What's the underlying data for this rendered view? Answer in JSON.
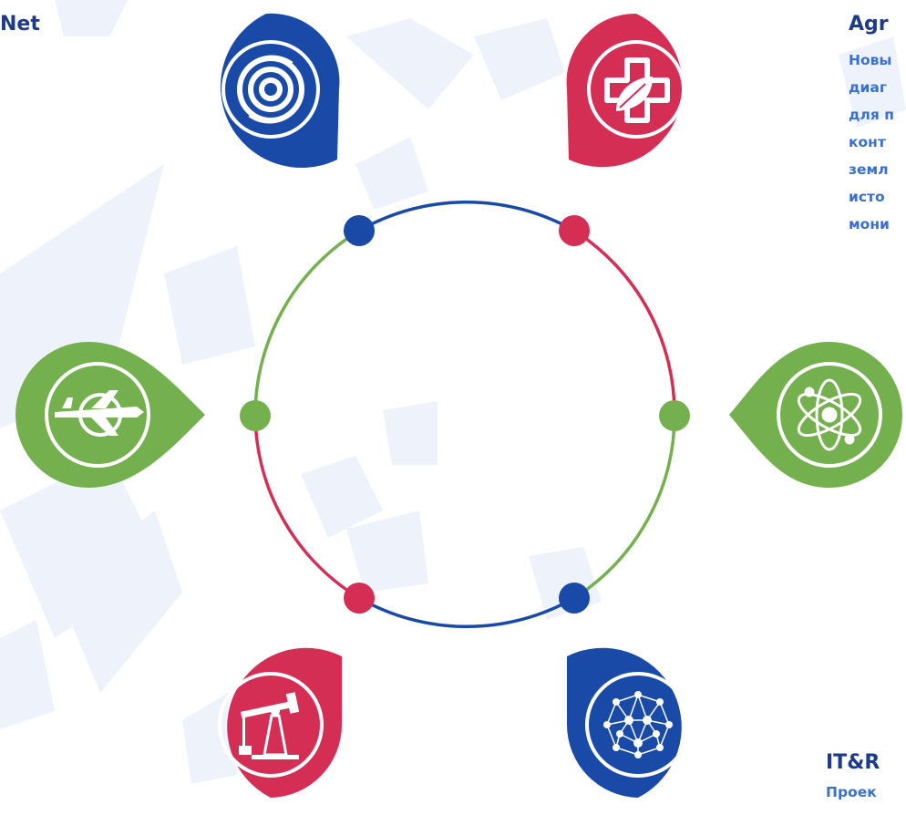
{
  "labels": {
    "top_left_title": "Net",
    "top_right_title": "Agr",
    "top_right_desc": [
      "Новы",
      "диаг",
      "для п",
      "конт",
      "земл",
      "исто",
      "мони"
    ],
    "bottom_right_title": "IT&R",
    "bottom_right_desc": "Проек"
  },
  "colors": {
    "blue": "#1a4aa8",
    "red": "#d42e55",
    "green": "#74b04d",
    "text_dark": "#1e3a8a",
    "text_blue": "#3a6fd1"
  },
  "nodes": [
    {
      "name": "node-top-left",
      "color": "blue",
      "icon": "vortex-icon"
    },
    {
      "name": "node-top-right",
      "color": "red",
      "icon": "medical-cross-leaf-icon"
    },
    {
      "name": "node-left",
      "color": "green",
      "icon": "airplane-globe-icon"
    },
    {
      "name": "node-right",
      "color": "green",
      "icon": "atom-icon"
    },
    {
      "name": "node-bottom-left",
      "color": "red",
      "icon": "oil-pump-icon"
    },
    {
      "name": "node-bottom-right",
      "color": "blue",
      "icon": "network-sphere-icon"
    }
  ]
}
